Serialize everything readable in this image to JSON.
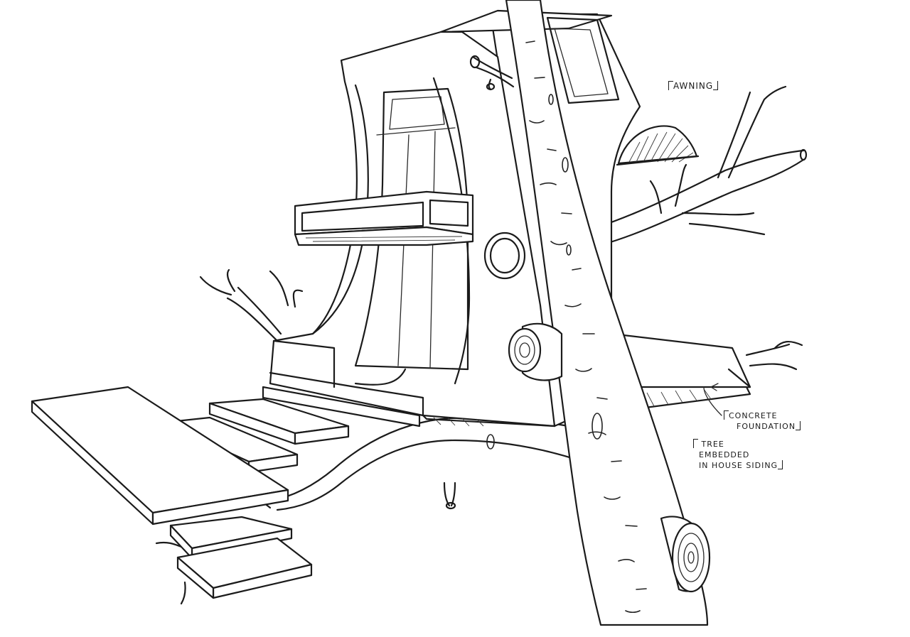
{
  "annotations": {
    "awning": "Awning",
    "concrete_foundation_1": "Concrete",
    "concrete_foundation_2": "Foundation",
    "tree_embedded_1": "Tree",
    "tree_embedded_2": "Embedded",
    "tree_embedded_3": "in House Siding"
  },
  "colors": {
    "ink": "#1b1b1b",
    "paper": "#ffffff"
  }
}
